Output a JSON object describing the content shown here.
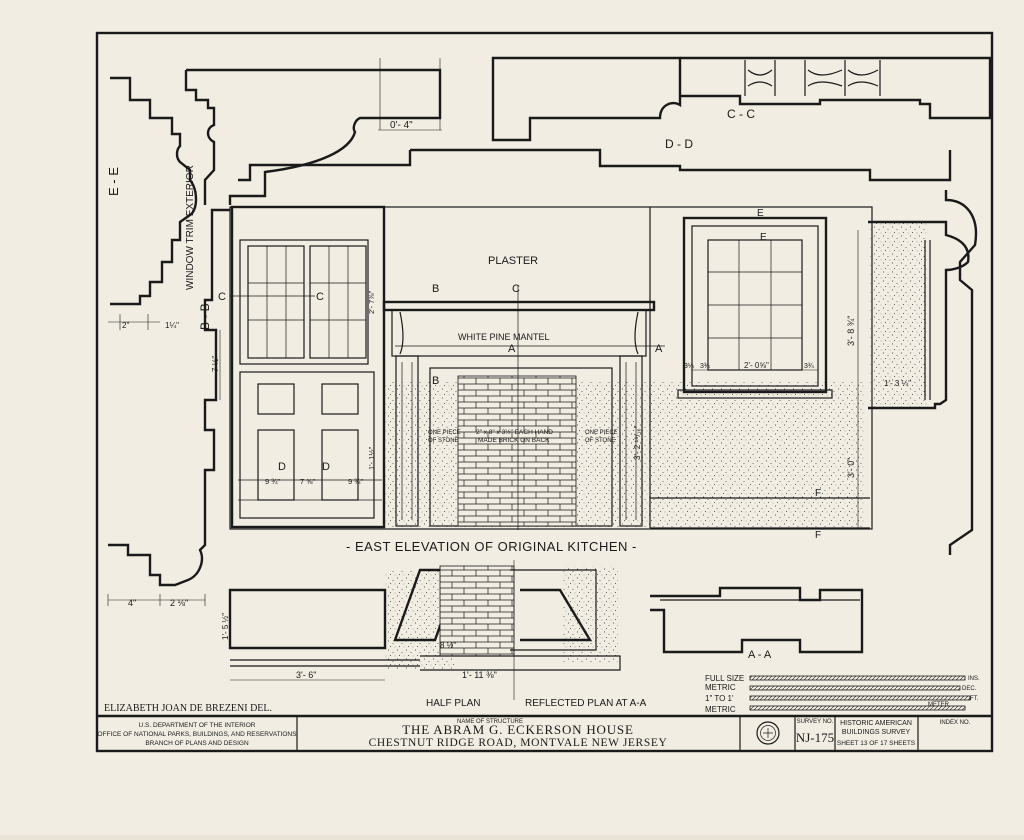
{
  "drawing": {
    "elevation_title": "- EAST  ELEVATION  OF  ORIGINAL  KITCHEN -",
    "plaster": "PLASTER",
    "mantel": "WHITE PINE MANTEL",
    "brick_note_1": "2\" x 8\" x 3½\" EACH HAND",
    "brick_note_2": "MADE BRICK ON BACK",
    "stone_left_1": "ONE PIECE",
    "stone_left_2": "OF STONE",
    "stone_right_1": "ONE PIECE",
    "stone_right_2": "OF STONE",
    "window_trim": "WINDOW TRIM EXTERIOR",
    "half_plan": "HALF PLAN",
    "reflected_plan": "REFLECTED PLAN AT A-A",
    "section_ee": "E - E",
    "section_bb": "B - B",
    "section_cc": "C - C",
    "section_dd": "D - D",
    "section_aa": "A - A",
    "marks": {
      "A": "A",
      "B": "B",
      "C": "C",
      "D": "D",
      "E": "E",
      "F": "F"
    },
    "dims": {
      "d_0_4": "0'- 4\"",
      "d_3_8": "3'- 8 ¾\"",
      "d_3_0": "3'- 0\"",
      "d_3_2": "3'- 2 ¹⁶/₁₆\"",
      "d_1_3": "1'- 3 ¼\"",
      "d_2_0": "2'- 0⅝\"",
      "d_3_6": "3'- 6\"",
      "d_1_11": "1'- 11 ⅜\"",
      "d_1_5": "1'- 5 ½\"",
      "d_7_half": "7 ½\"",
      "d_4": "4\"",
      "d_2_1_8": "2 ⅛\"",
      "d_2": "2\"",
      "d_1_1_4": "1¼\"",
      "d_2_7_8": "2'- 7⅞\"",
      "d_9_3_4": "9 ¾\"",
      "d_7_5_8": "7 ⅝\"",
      "d_1_1_2": "1'- 1½\"",
      "d_8_1_2": "8 ½\"",
      "d_3_1_4": "3¼",
      "d_3_3_4": "3¾"
    }
  },
  "scales": {
    "full_size": "FULL SIZE",
    "metric": "METRIC",
    "one_to_one": "1\" TO 1'",
    "metric2": "METRIC",
    "inches": "INS.",
    "dec": "DEC.",
    "ft": "FT.",
    "meter": "METER"
  },
  "titleblock": {
    "delineator": "ELIZABETH JOAN DE BREZENI  DEL.",
    "agency_1": "U.S. DEPARTMENT OF THE INTERIOR",
    "agency_2": "OFFICE OF NATIONAL PARKS, BUILDINGS, AND RESERVATIONS",
    "agency_3": "BRANCH OF PLANS AND DESIGN",
    "name_label": "NAME OF STRUCTURE",
    "structure_name": "THE ABRAM G. ECKERSON HOUSE",
    "location": "CHESTNUT RIDGE ROAD, MONTVALE   NEW JERSEY",
    "survey_label": "SURVEY NO.",
    "survey_no": "NJ-175",
    "habs_1": "HISTORIC AMERICAN",
    "habs_2": "BUILDINGS SURVEY",
    "sheet_text": "SHEET 13 OF 17 SHEETS",
    "index_label": "INDEX NO."
  }
}
